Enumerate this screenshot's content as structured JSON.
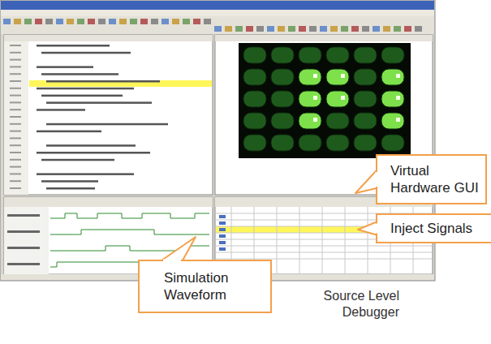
{
  "diagram": {
    "caption": "Source Level Debugger",
    "nodes": [
      {
        "text": [
          "Virtual Hardware GUI"
        ]
      },
      {
        "text": [
          "Inject Signals"
        ]
      },
      {
        "text": [
          "Simulation Waveform"
        ]
      }
    ]
  }
}
